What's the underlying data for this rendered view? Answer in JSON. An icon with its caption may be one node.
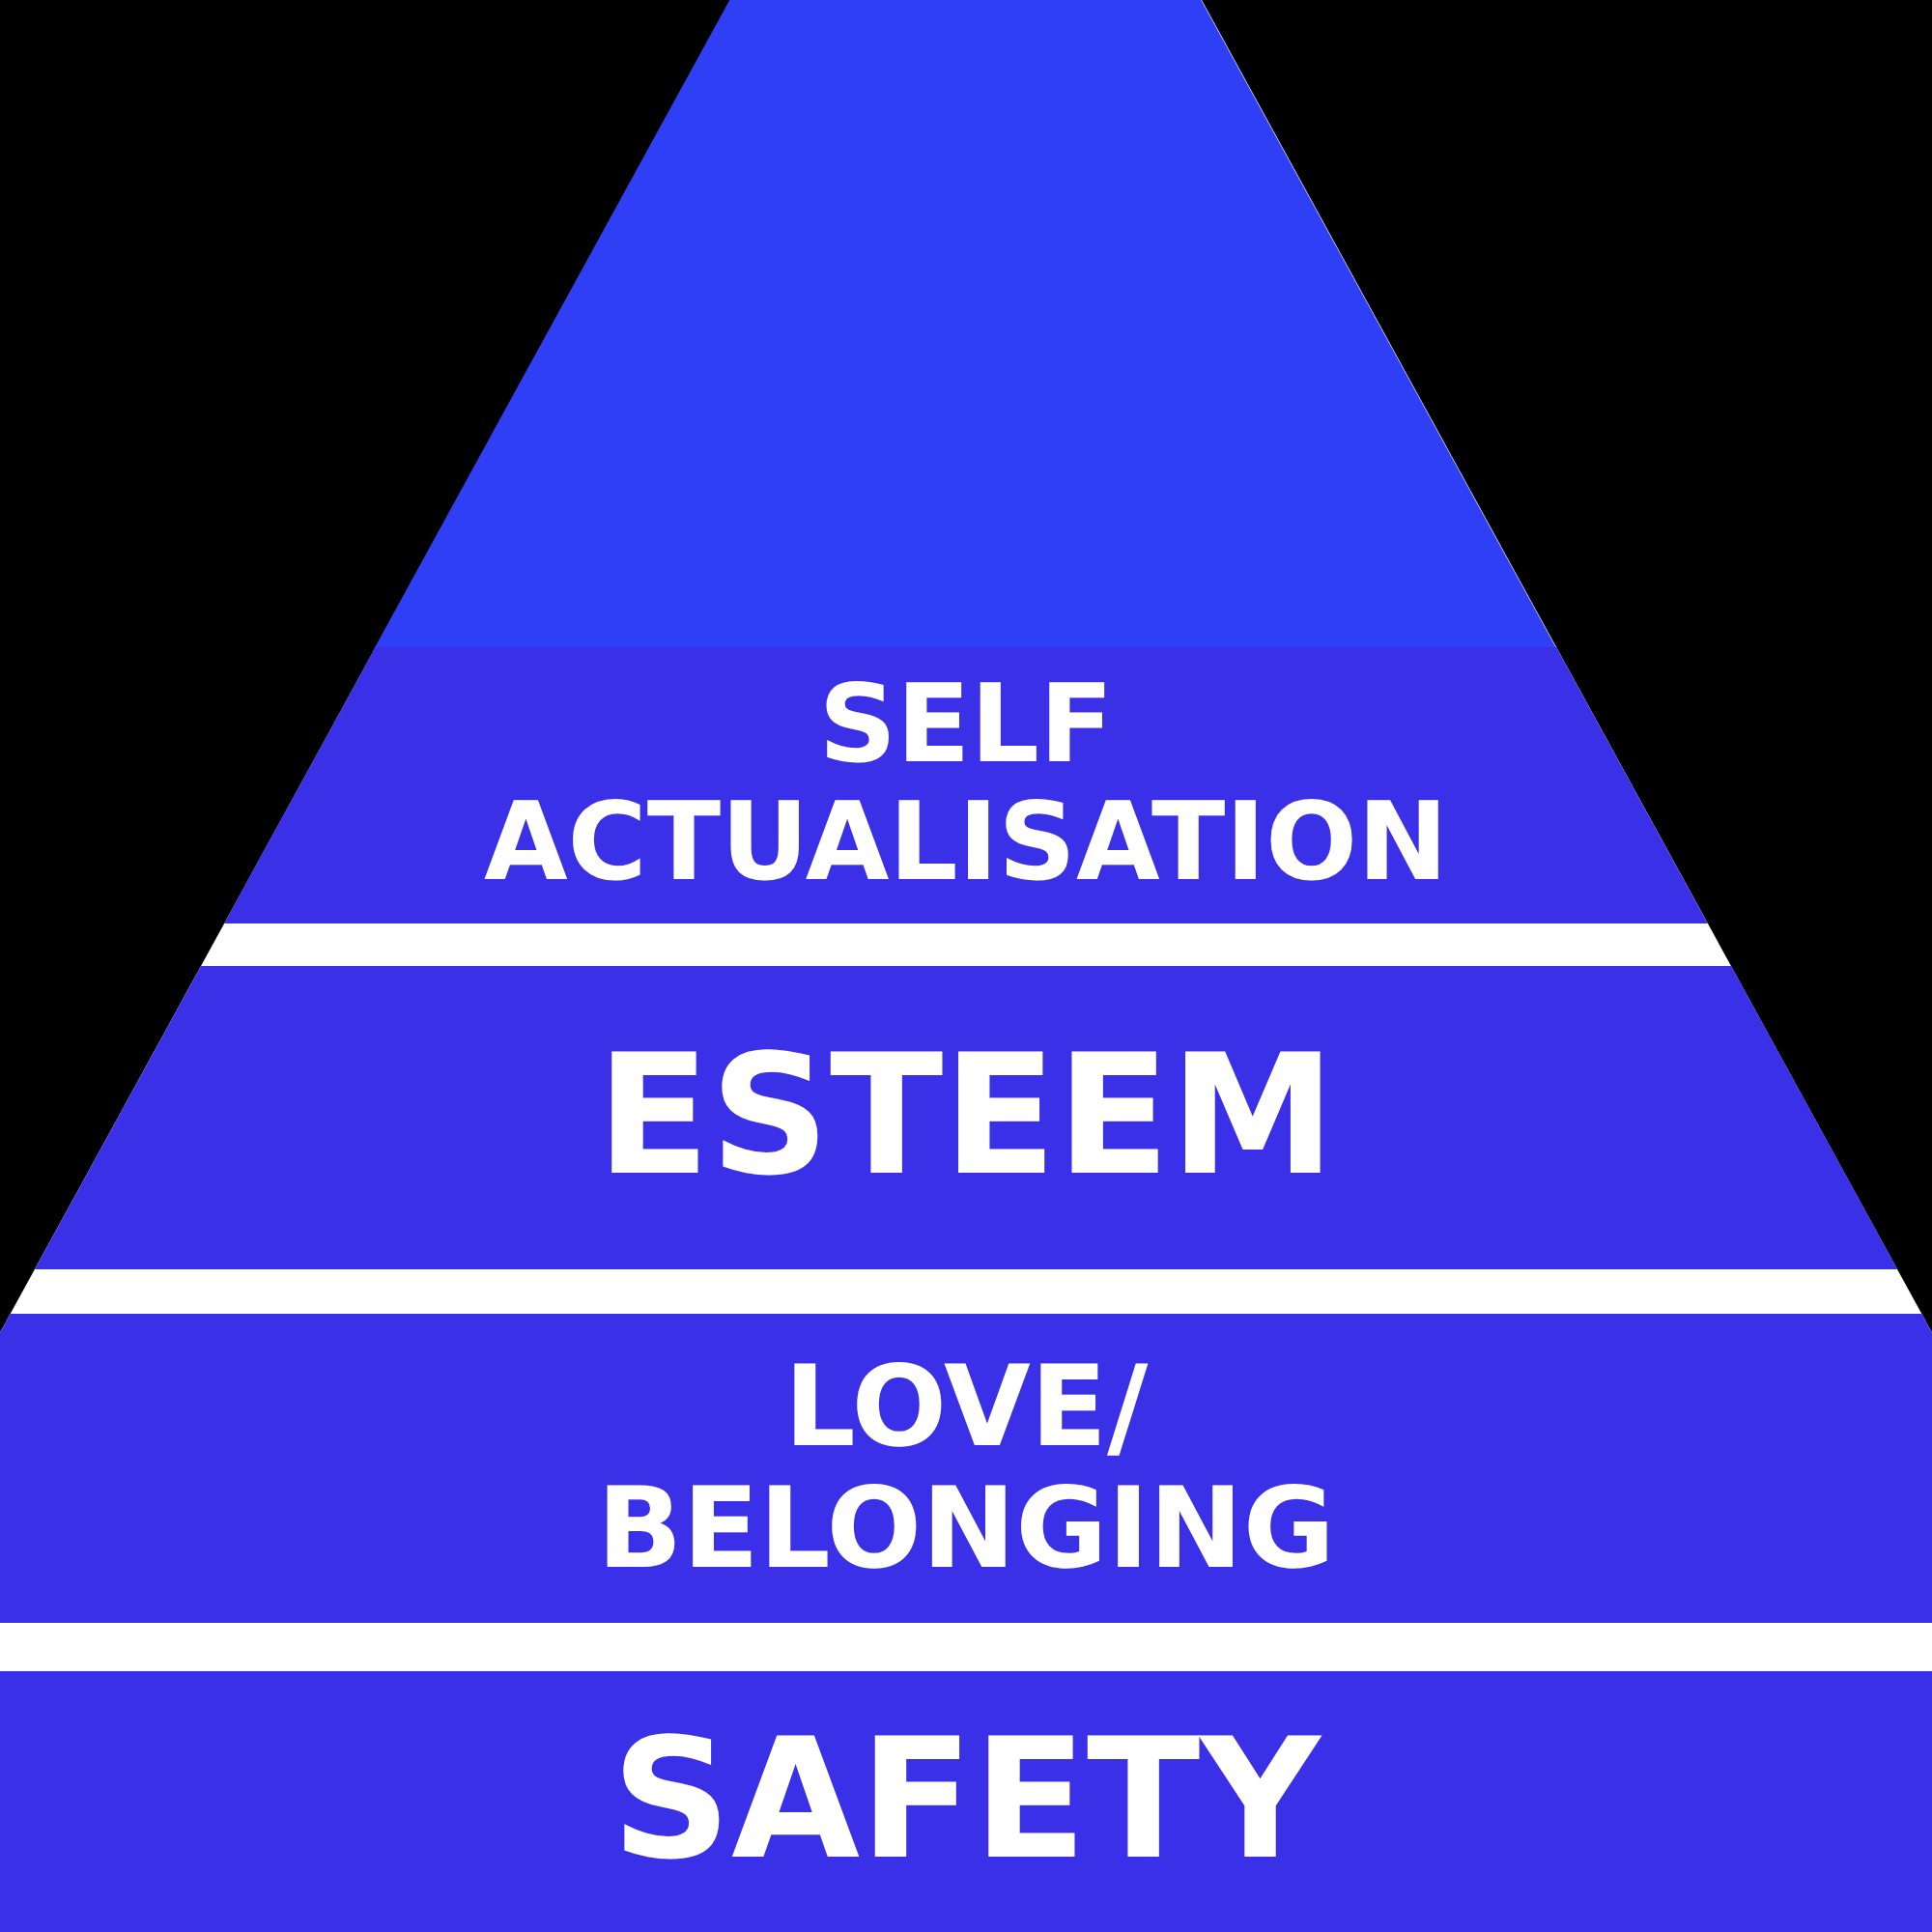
{
  "diagram": {
    "nodes": [
      {
        "text": [],
        "shape": "triangle"
      },
      {
        "text": [
          "SELF ACTUALISATION"
        ]
      },
      {
        "text": [
          "ESTEEM"
        ]
      },
      {
        "text": [
          "LOVE/ BELONGING"
        ]
      },
      {
        "text": [
          "SAFETY"
        ]
      }
    ]
  }
}
